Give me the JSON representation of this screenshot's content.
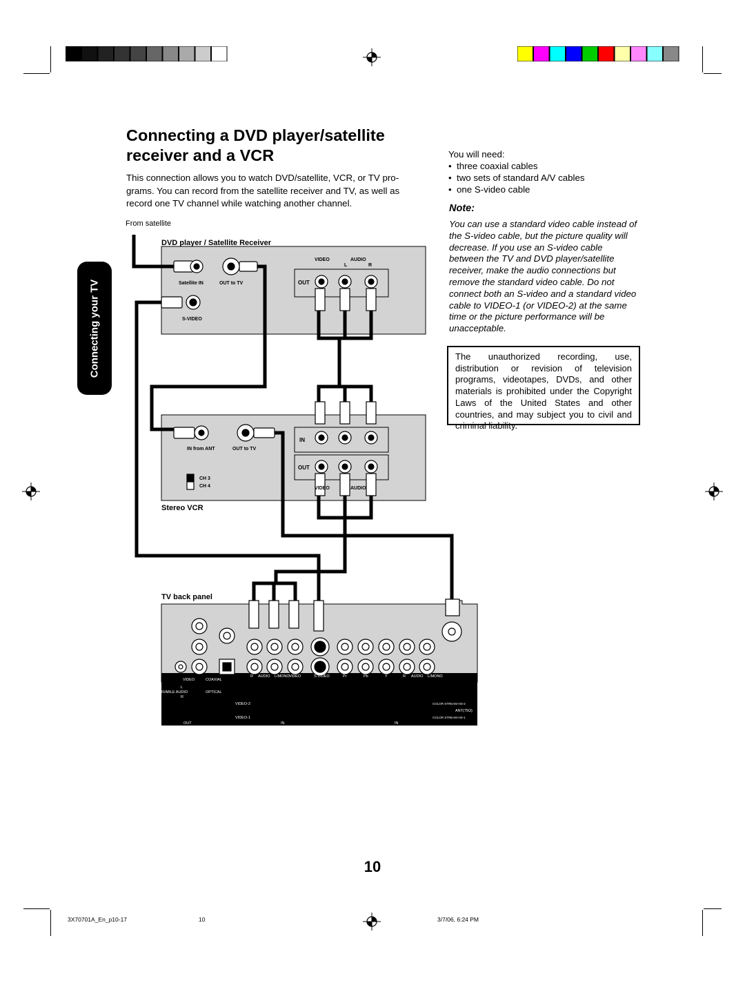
{
  "title": "Connecting a DVD player/satellite receiver and a VCR",
  "intro": "This connection allows you to watch DVD/satellite, VCR, or TV pro-grams. You can record from the satellite receiver and TV, as well as record one TV channel while watching another channel.",
  "you_will_need": {
    "heading": "You will need:",
    "items": [
      "three coaxial cables",
      "two sets of standard A/V cables",
      "one S-video cable"
    ]
  },
  "note": {
    "heading": "Note:",
    "body": "You can use a standard video cable instead of the S-video cable, but the picture quality will decrease. If you use an S-video cable between the TV and DVD player/satellite receiver, make the audio connections but remove the standard video cable. Do not connect both an S-video and a standard video cable to VIDEO-1 (or VIDEO-2) at the same time or the picture performance will be unacceptable."
  },
  "warning": "The unauthorized recording, use, distribution or revision of television programs, videotapes, DVDs, and other materials is prohibited under the Copyright Laws of the United States and other countries, and may subject you to civil and criminal liability.",
  "side_tab": "Connecting your TV",
  "diagram": {
    "from_satellite": "From satellite",
    "dvd_label": "DVD player / Satellite Receiver",
    "dvd_video": "VIDEO",
    "dvd_audio": "AUDIO",
    "dvd_l": "L",
    "dvd_r": "R",
    "dvd_out": "OUT",
    "satellite_in": "Satellite IN",
    "out_to_tv": "OUT to TV",
    "s_video": "S-VIDEO",
    "vcr_in": "IN",
    "vcr_out": "OUT",
    "in_from_ant": "IN from ANT",
    "vcr_out_to_tv": "OUT to TV",
    "ch3": "CH 3",
    "ch4": "CH 4",
    "vcr_video": "VIDEO",
    "vcr_audio": "AUDIO",
    "vcr_label": "Stereo VCR",
    "tv_label": "TV back panel",
    "tv_video": "VIDEO",
    "tv_coaxial": "COAXIAL",
    "tv_l": "L",
    "tv_variable_audio": "R/ABLE AUDIO",
    "tv_r": "R",
    "tv_optical": "OPTICAL",
    "tv_out": "OUT",
    "tv_audio_r": "R",
    "tv_audio": "AUDIO",
    "tv_lmono": "L/MONO",
    "tv_video2": "VIDEO",
    "tv_svideo": "S-VIDEO",
    "tv_video_2": "VIDEO-2",
    "tv_video_1": "VIDEO-1",
    "tv_in": "IN",
    "tv_pr": "Pr",
    "tv_pb": "Pb",
    "tv_y": "Y",
    "tv_r2": "R",
    "tv_audio2": "AUDIO",
    "tv_lmono2": "L/MONO",
    "tv_color_hd2": "COLOR STREAM HD-2",
    "tv_color_hd1": "COLOR STREAM HD-1",
    "tv_in2": "IN",
    "tv_ant": "ANT(75Ω)"
  },
  "page_number": "10",
  "footer": {
    "file": "3X70701A_En_p10-17",
    "page": "10",
    "date": "3/7/06, 6:24 PM"
  },
  "colors": {
    "panel_gray": "#d3d3d3",
    "swatches": [
      "#ffff00",
      "#ff00ff",
      "#00ffff",
      "#0000ff",
      "#00cc00",
      "#ff0000",
      "#ffffaa",
      "#ff88ff",
      "#88ffff",
      "#888888"
    ],
    "grays": [
      "#000000",
      "#111111",
      "#222222",
      "#333333",
      "#444444",
      "#666666",
      "#888888",
      "#aaaaaa",
      "#cccccc",
      "#ffffff"
    ]
  }
}
